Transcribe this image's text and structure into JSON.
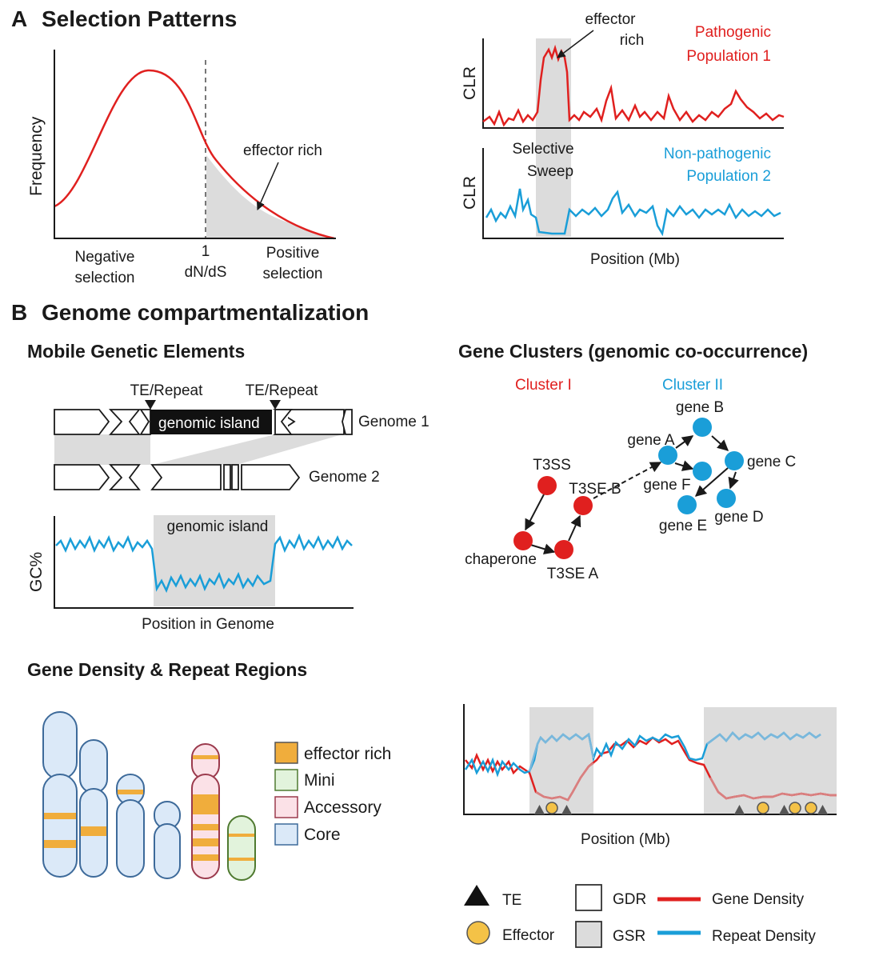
{
  "panel_a": {
    "letter": "A",
    "title": "Selection Patterns",
    "dist": {
      "y_label": "Frequency",
      "x_left": [
        "Negative",
        "selection"
      ],
      "x_mid": [
        "1",
        "dN/dS"
      ],
      "x_right": [
        "Positive",
        "selection"
      ],
      "annotation": "effector rich"
    },
    "clr": {
      "y_label": "CLR",
      "top_annotation": [
        "effector",
        "rich"
      ],
      "pop1": [
        "Pathogenic",
        "Population 1"
      ],
      "sweep": [
        "Selective",
        "Sweep"
      ],
      "pop2": [
        "Non-pathogenic",
        "Population 2"
      ],
      "x_label": "Position (Mb)"
    }
  },
  "panel_b": {
    "letter": "B",
    "title": "Genome compartmentalization",
    "mge": {
      "title": "Mobile Genetic Elements",
      "te_left": "TE/Repeat",
      "te_right": "TE/Repeat",
      "island": "genomic island",
      "genome1": "Genome 1",
      "genome2": "Genome 2",
      "gc_label": "genomic island",
      "gc_y": "GC%",
      "gc_x": "Position in Genome"
    },
    "clusters": {
      "title": "Gene Clusters (genomic co-occurrence)",
      "cluster1": "Cluster I",
      "cluster2": "Cluster II",
      "nodes": {
        "t3ss": "T3SS",
        "t3se_b": "T3SE B",
        "chaperone": "chaperone",
        "t3se_a": "T3SE A",
        "gene_a": "gene A",
        "gene_b": "gene B",
        "gene_c": "gene C",
        "gene_d": "gene D",
        "gene_e": "gene E",
        "gene_f": "gene F"
      }
    },
    "density": {
      "title": "Gene Density & Repeat Regions",
      "legend": [
        "effector rich",
        "Mini",
        "Accessory",
        "Core"
      ],
      "x_label": "Position (Mb)",
      "bottom_legend": {
        "te": "TE",
        "effector": "Effector",
        "gdr": "GDR",
        "gsr": "GSR",
        "gene_density": "Gene Density",
        "repeat_density": "Repeat Density"
      }
    }
  },
  "colors": {
    "red": "#e0201f",
    "blue": "#1a9ed8",
    "gray_shade": "#dcdcdc",
    "effector_orange": "#f0ad3c",
    "mini_green": "#e2f3dc",
    "accessory_pink": "#fbe1e7",
    "core_blue": "#dbe9f8"
  }
}
